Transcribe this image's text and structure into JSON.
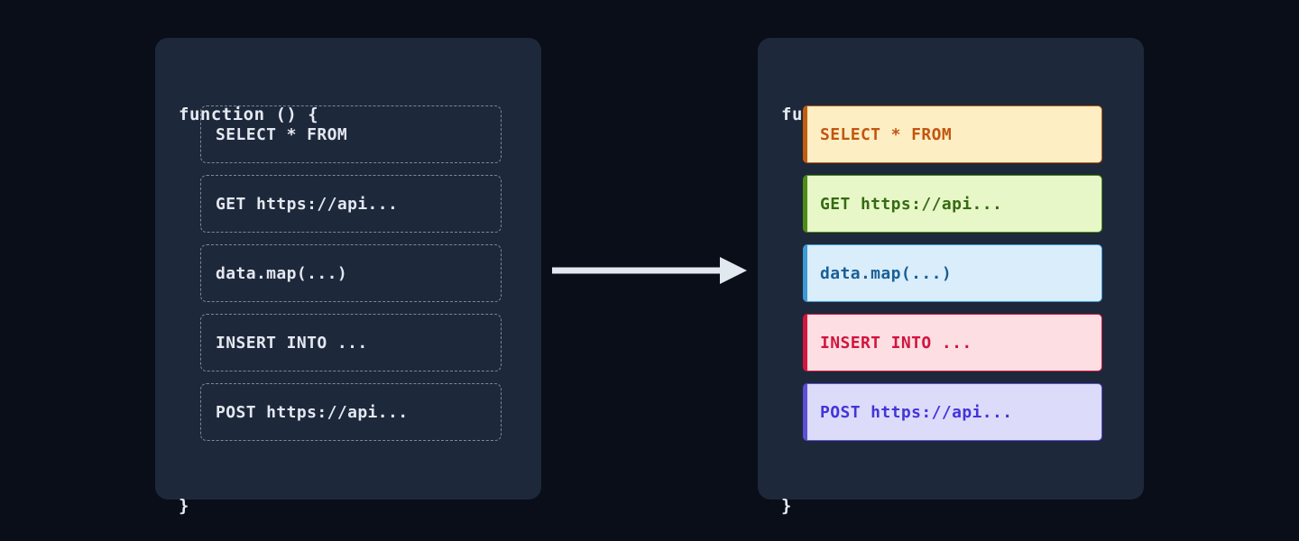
{
  "canvas": {
    "background": "#0a0e19",
    "panel_background": "#1e283b"
  },
  "before_panel": {
    "name": "before",
    "open_brace": "function () {",
    "close_brace": "}",
    "block_border_color": "#7a879e",
    "block_text_color": "#e3e8f0",
    "blocks": [
      {
        "label": "SELECT * FROM"
      },
      {
        "label": "GET https://api..."
      },
      {
        "label": "data.map(...)"
      },
      {
        "label": "INSERT INTO ..."
      },
      {
        "label": "POST https://api..."
      }
    ]
  },
  "after_panel": {
    "name": "after",
    "open_brace": "function () {",
    "close_brace": "}",
    "blocks": [
      {
        "label": "SELECT * FROM",
        "kind": "sql-select",
        "background": "#fdeec4",
        "border": "#c25d10",
        "text": "#c2560f"
      },
      {
        "label": "GET https://api...",
        "kind": "http-get",
        "background": "#e8f7c8",
        "border": "#4e8c18",
        "text": "#356b12"
      },
      {
        "label": "data.map(...)",
        "kind": "js-map",
        "background": "#d9edfb",
        "border": "#3d9ad6",
        "text": "#1a5f94"
      },
      {
        "label": "INSERT INTO ...",
        "kind": "sql-insert",
        "background": "#fcdee3",
        "border": "#d4163f",
        "text": "#d2143d"
      },
      {
        "label": "POST https://api...",
        "kind": "http-post",
        "background": "#dcdcfa",
        "border": "#5b4fd6",
        "text": "#4434d9"
      }
    ]
  },
  "arrow": {
    "name": "transform-arrow",
    "color": "#e2e8f0",
    "direction": "right"
  }
}
